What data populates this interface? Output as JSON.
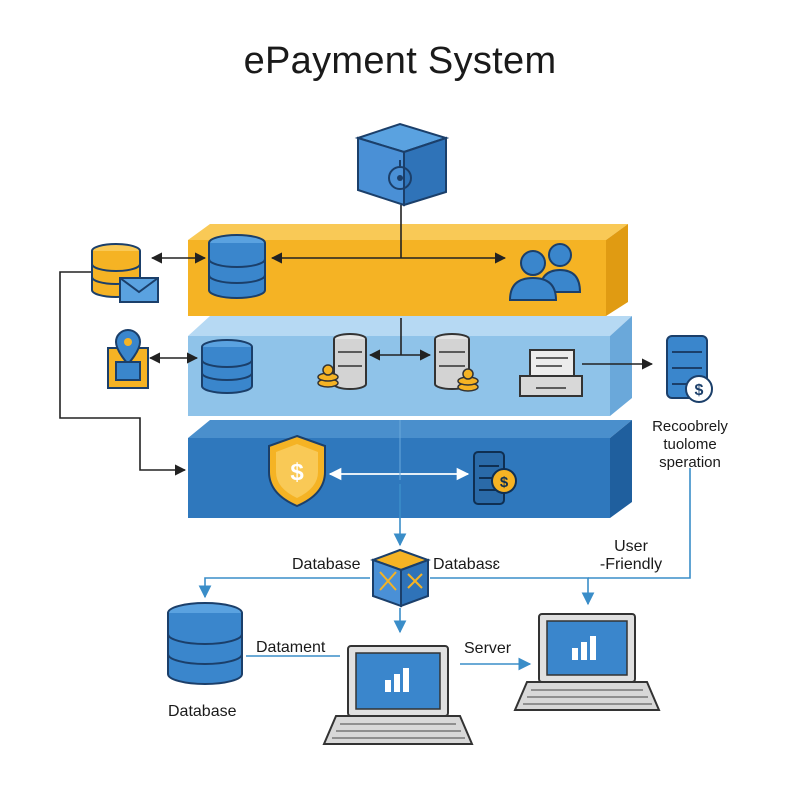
{
  "title": "ePayment System",
  "labels": {
    "side_note": [
      "Recoobrely",
      "tuolome",
      "speration"
    ],
    "database_left": "Database",
    "database_right": "Databasɛ",
    "user_friendly": [
      "User",
      "-Friendly"
    ],
    "datament": "Datament",
    "server": "Server",
    "database_bottom": "Database"
  },
  "colors": {
    "layer_top": "#f5b324",
    "layer_mid": "#8fc3e9",
    "layer_bottom": "#2f78bd",
    "icon_blue": "#3a86cc",
    "icon_gold": "#f5b324",
    "line": "#222222",
    "line_blue": "#3a8dc8"
  }
}
